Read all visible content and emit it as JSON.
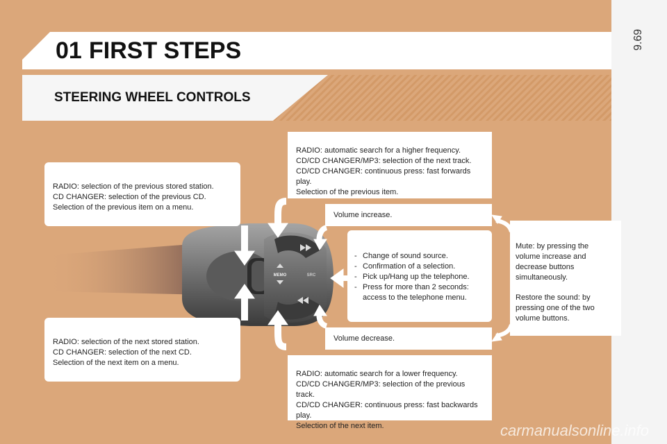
{
  "page_number": "9.69",
  "header": {
    "chapter_number": "01",
    "chapter_title": "FIRST STEPS"
  },
  "section": {
    "title": "STEERING WHEEL CONTROLS"
  },
  "callouts": {
    "previous": {
      "lines": [
        "RADIO: selection of the previous stored station.",
        "CD CHANGER: selection of the previous CD.",
        "Selection of the previous item on a menu."
      ]
    },
    "next": {
      "lines": [
        "RADIO: selection of the next stored station.",
        "CD CHANGER: selection of the next CD.",
        "Selection of the next item on a menu."
      ]
    },
    "seek_up": {
      "lines": [
        "RADIO: automatic search for a higher frequency.",
        "CD/CD CHANGER/MP3: selection of the next track.",
        "CD/CD CHANGER: continuous press: fast forwards play.",
        "Selection of the previous item."
      ]
    },
    "seek_down": {
      "lines": [
        "RADIO: automatic search for a lower frequency.",
        "CD/CD CHANGER/MP3: selection of the previous track.",
        "CD/CD CHANGER: continuous press: fast backwards play.",
        "Selection of the next item."
      ]
    },
    "volume_up": {
      "text": "Volume increase."
    },
    "volume_down": {
      "text": "Volume decrease."
    },
    "src": {
      "items": [
        "Change of sound source.",
        "Confirmation of a selection.",
        "Pick up/Hang up the telephone.",
        "Press for more than 2 seconds: access to the telephone menu."
      ]
    },
    "mute": {
      "text": "Mute: by pressing the volume increase and decrease buttons simultaneously.",
      "restore": "Restore the sound: by pressing one of the two volume buttons."
    }
  },
  "stalk": {
    "memo_label": "MEMO",
    "src_label": "SRC"
  },
  "watermark": "carmanualsonline.info",
  "colors": {
    "page_bg": "#dba77a",
    "arrow_fill": "#ffffff",
    "stalk_dark": "#3a3a3a",
    "stalk_mid": "#8a8a8a"
  }
}
